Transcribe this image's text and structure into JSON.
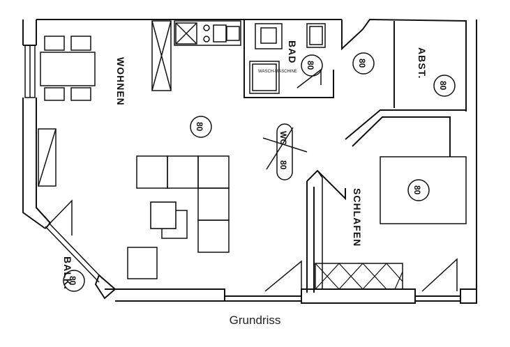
{
  "rooms": {
    "living": "WOHNEN",
    "bath": "BAD",
    "storage": "ABST.",
    "bedroom": "SCHLAFEN",
    "balcony": "BALK.",
    "toilet": "WC",
    "washing_machine": "WASCH-MASCHINE"
  },
  "badges": {
    "living": "80",
    "bath": "80",
    "corridor": "80",
    "storage": "80",
    "bedroom": "80",
    "balcony": "80",
    "toilet": "80"
  },
  "caption": "Grundriss"
}
